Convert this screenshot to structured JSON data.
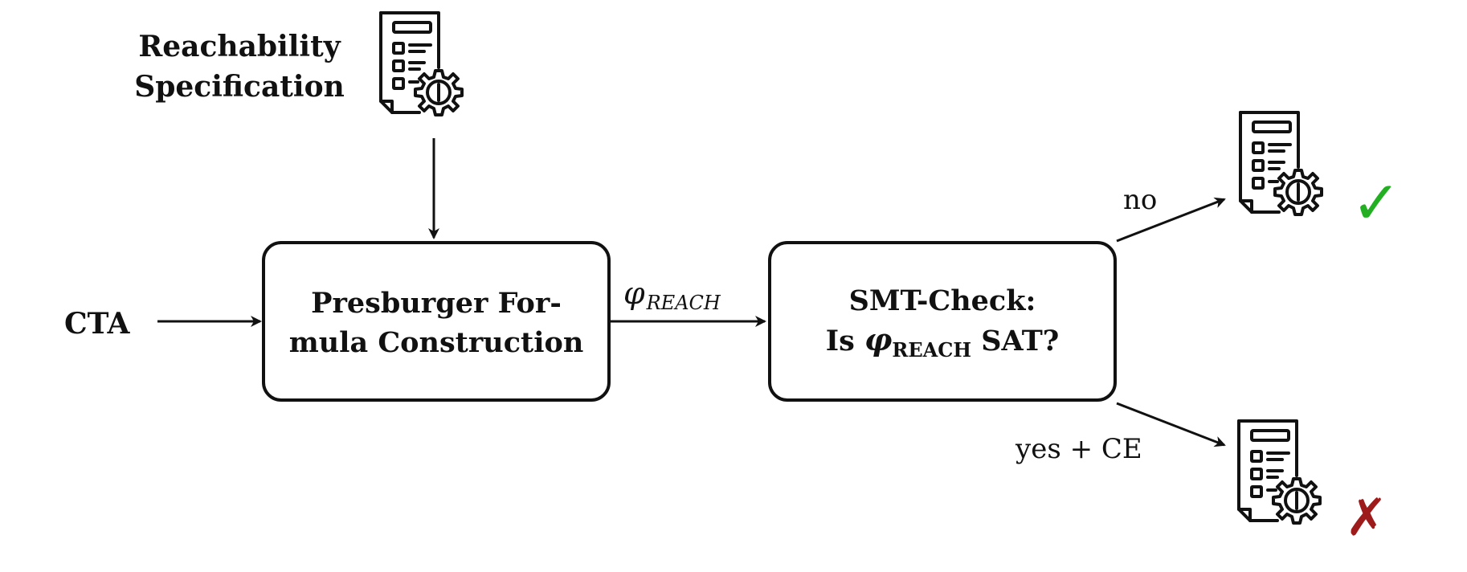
{
  "inputs": {
    "spec_label_line1": "Reachability",
    "spec_label_line2": "Specification",
    "cta_label": "CTA"
  },
  "boxes": {
    "construction_line1": "Presburger For-",
    "construction_line2": "mula Construction",
    "smt_line1": "SMT-Check:",
    "smt_line2_prefix": "Is ",
    "smt_phi": "φ",
    "smt_sub": "REACH",
    "smt_suffix": " SAT?"
  },
  "edges": {
    "formula_phi": "φ",
    "formula_sub": "REACH",
    "no_label": "no",
    "yes_label": "yes + CE"
  },
  "outcomes": {
    "success_mark": "✓",
    "failure_mark": "✗",
    "success_color": "#22b022",
    "failure_color": "#9e1b1b"
  },
  "icons": {
    "document": "document-gear-icon"
  }
}
